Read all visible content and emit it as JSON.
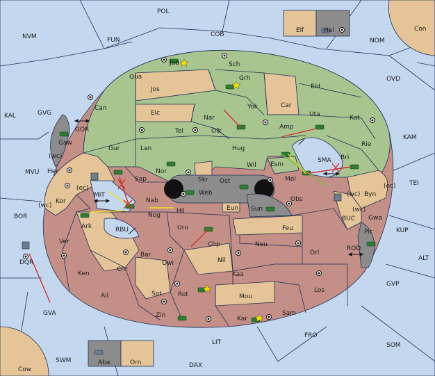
{
  "colors": {
    "sea": "#c3d7ee",
    "green_power": "#a8c48f",
    "tan_neutral": "#e5c597",
    "red_power": "#c48f86",
    "gray_impassable": "#8c8c8c",
    "unit_green": "#2e7d32",
    "move_red": "#d32f2f",
    "support_yellow": "#f0e020"
  },
  "provinces": {
    "pol": "POL",
    "cob": "COB",
    "fun": "FUN",
    "nvm": "NVM",
    "nom": "NOM",
    "elf": "Elf",
    "hel": "Hel",
    "con": "Con",
    "ovd": "OVD",
    "kal": "KAL",
    "gvg": "GVG",
    "gor": "GOR",
    "gaw": "Gaw",
    "mvu": "MVU",
    "her": "Her",
    "kor": "Kor",
    "bor": "BOR",
    "ark": "Ark",
    "ver": "Ver",
    "dqr": "DQR",
    "ken": "Ken",
    "ail": "Ail",
    "gva": "GVA",
    "chr": "Chr",
    "bar": "Bar",
    "qwi": "Qwi",
    "sot": "Sot",
    "rot": "Rot",
    "zin": "Zin",
    "mou": "Mou",
    "kaa": "Kaa",
    "nil": "Nil",
    "chp": "Chp",
    "uru": "Uru",
    "nog": "Nog",
    "nab": "Nab",
    "hil": "Hil",
    "eun": "Eun",
    "sun": "Sun",
    "obs": "Obs",
    "feu": "Feu",
    "neu": "Neu",
    "orl": "Orl",
    "los": "Los",
    "sam": "Sam",
    "kar": "Kar",
    "lit": "LIT",
    "fro": "FRO",
    "som": "SOM",
    "gvp": "GVP",
    "alt": "ALT",
    "kup": "KUP",
    "tei": "TEI",
    "kam": "KAM",
    "rod": "ROD",
    "buc": "BUC",
    "pir": "Pir",
    "gwa": "Gwa",
    "byn": "Byn",
    "sma": "SMA",
    "mel": "Mel",
    "esm": "Esm",
    "bri": "Bri",
    "rie": "Rie",
    "kat": "Kat",
    "uta": "Uta",
    "amp": "Amp",
    "eld": "Eld",
    "car": "Car",
    "yok": "Yok",
    "grh": "Grh",
    "sch": "Sch",
    "jad": "Jad",
    "qua": "Qua",
    "jos": "Jos",
    "elc": "Elc",
    "nar": "Nar",
    "olk": "Olk",
    "tel": "Tel",
    "can": "Can",
    "gur": "Gur",
    "lan": "Lan",
    "hug": "Hug",
    "nor": "Nor",
    "wil": "Wil",
    "sap": "Sap",
    "mit": "MIT",
    "rbu": "RBU",
    "skr": "Skr",
    "web": "Web",
    "ost": "Ost",
    "swm": "SWM",
    "dax": "DAX",
    "cow": "Cow",
    "aba": "Aba",
    "orn": "Orn"
  },
  "coast_marks": {
    "wc_her": "(wc)",
    "ec_mit": "(ec)",
    "wc_kor": "(wc)",
    "wc_buc": "(wc)",
    "ec_byn": "(ec)",
    "wc_gwa": "(wc)"
  }
}
